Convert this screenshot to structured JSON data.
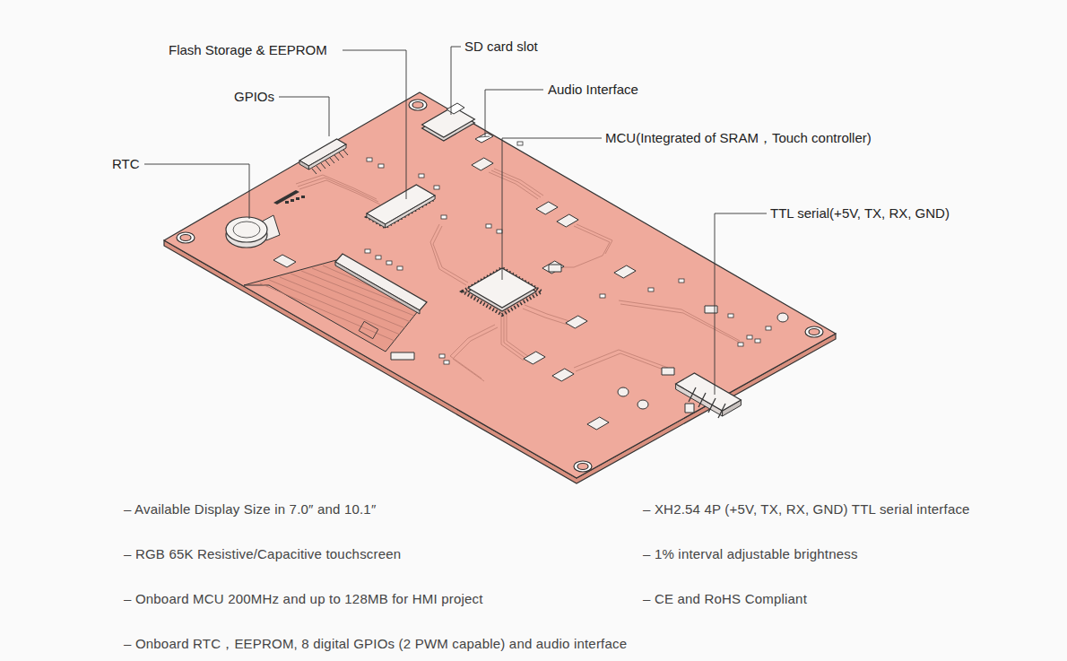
{
  "diagram": {
    "labels": [
      "Flash Storage & EEPROM",
      "SD card slot",
      "Audio Interface",
      "GPIOs",
      "MCU(Integrated of SRAM，Touch controller)",
      "RTC",
      "TTL serial(+5V, TX, RX, GND)",
      "– Available Display Size in 7.0″ and 10.1″",
      "– RGB 65K Resistive/Capacitive touchscreen",
      "– Onboard MCU 200MHz and up to 128MB for HMI project",
      "– Onboard RTC，EEPROM, 8 digital GPIOs (2 PWM capable) and audio interface",
      "– XH2.54 4P (+5V, TX, RX, GND) TTL serial interface",
      "– 1% interval adjustable brightness",
      "– CE and RoHS Compliant"
    ]
  }
}
